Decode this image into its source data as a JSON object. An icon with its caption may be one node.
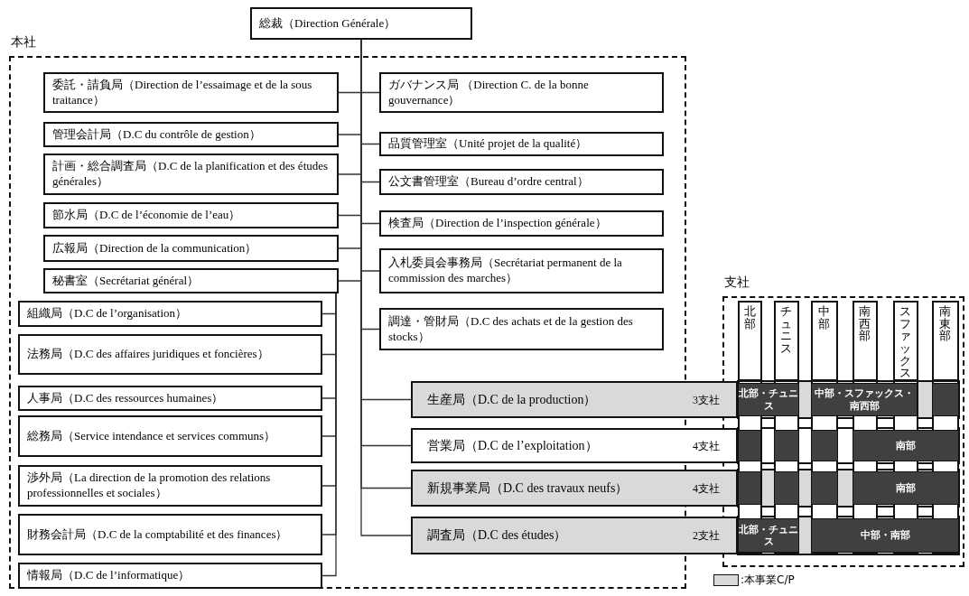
{
  "diagram": {
    "nodes": [
      {
        "text": [
          "総裁（Direction Générale）"
        ]
      },
      {
        "text": [
          "本社"
        ]
      },
      {
        "text": [
          "委託・請負局（Direction de l’essaimage et de la sous traitance）"
        ],
        "in": 1
      },
      {
        "text": [
          "管理会計局（D.C du contrôle de gestion）"
        ],
        "in": 1
      },
      {
        "text": [
          "計画・総合調査局（D.C de la planification et des études générales）"
        ],
        "in": 1
      },
      {
        "text": [
          "節水局（D.C de l’économie de l’eau）"
        ],
        "in": 1
      },
      {
        "text": [
          "広報局（Direction de la communication）"
        ],
        "in": 1
      },
      {
        "text": [
          "秘書室（Secrétariat général）"
        ],
        "in": 1
      },
      {
        "text": [
          "組織局（D.C de l’organisation）"
        ],
        "in": 1
      },
      {
        "text": [
          "法務局（D.C des affaires juridiques et foncières）"
        ],
        "in": 1
      },
      {
        "text": [
          "人事局（D.C des ressources humaines）"
        ],
        "in": 1
      },
      {
        "text": [
          "総務局（Service intendance et services communs）"
        ],
        "in": 1
      },
      {
        "text": [
          "渉外局（La direction de la promotion des relations professionnelles et sociales）"
        ],
        "in": 1
      },
      {
        "text": [
          "財務会計局（D.C de la comptabilité et des finances）"
        ],
        "in": 1
      },
      {
        "text": [
          "情報局（D.C de l’informatique）"
        ],
        "in": 1
      },
      {
        "text": [
          "ガバナンス局 （Direction C. de la bonne gouvernance）"
        ],
        "in": 1
      },
      {
        "text": [
          "品質管理室（Unité projet de la qualité）"
        ],
        "in": 1
      },
      {
        "text": [
          "公文書管理室（Bureau d’ordre central）"
        ],
        "in": 1
      },
      {
        "text": [
          "検査局（Direction de l’inspection générale）"
        ],
        "in": 1
      },
      {
        "text": [
          "入札委員会事務局（Secrétariat permanent de la commission des marches）"
        ],
        "in": 1
      },
      {
        "text": [
          "調達・管財局（D.C des achats et de la gestion des stocks）"
        ],
        "in": 1
      },
      {
        "text": [
          "生産局（D.C de la production）",
          "3支社"
        ]
      },
      {
        "text": [
          "営業局（D.C de l’exploitation）",
          "4支社"
        ]
      },
      {
        "text": [
          "新規事業局（D.C des travaux neufs）",
          "4支社"
        ]
      },
      {
        "text": [
          "調査局（D.C des études）",
          "2支社"
        ]
      },
      {
        "text": [
          "支社"
        ]
      },
      {
        "text": [
          "北部"
        ],
        "in": 25
      },
      {
        "text": [
          "チュニス"
        ],
        "in": 25
      },
      {
        "text": [
          "中部"
        ],
        "in": 25
      },
      {
        "text": [
          "南西部"
        ],
        "in": 25
      },
      {
        "text": [
          "スファックス"
        ],
        "in": 25
      },
      {
        "text": [
          "南東部"
        ],
        "in": 25
      },
      {
        "text": [
          "北部・チュニス"
        ],
        "in": 25
      },
      {
        "text": [
          "中部・スファックス・南西部"
        ],
        "in": 25
      },
      {
        "text": [],
        "shape": "box",
        "in": 25
      },
      {
        "text": [],
        "shape": "box",
        "in": 25
      },
      {
        "text": [],
        "shape": "box",
        "in": 25
      },
      {
        "text": [],
        "shape": "box",
        "in": 25
      },
      {
        "text": [
          "南部"
        ],
        "in": 25
      },
      {
        "text": [],
        "shape": "box",
        "in": 25
      },
      {
        "text": [],
        "shape": "box",
        "in": 25
      },
      {
        "text": [],
        "shape": "box",
        "in": 25
      },
      {
        "text": [
          "南部"
        ],
        "in": 25
      },
      {
        "text": [
          "北部・チュニス"
        ],
        "in": 25
      },
      {
        "text": [
          "中部・南部"
        ],
        "in": 25
      }
    ],
    "edges": [
      {
        "from": 0,
        "to": 2,
        "arrow": "none"
      },
      {
        "from": 0,
        "to": 3,
        "arrow": "none"
      },
      {
        "from": 0,
        "to": 4,
        "arrow": "none"
      },
      {
        "from": 0,
        "to": 5,
        "arrow": "none"
      },
      {
        "from": 0,
        "to": 6,
        "arrow": "none"
      },
      {
        "from": 0,
        "to": 7,
        "arrow": "none"
      },
      {
        "from": 7,
        "to": 8,
        "arrow": "none"
      },
      {
        "from": 7,
        "to": 9,
        "arrow": "none"
      },
      {
        "from": 7,
        "to": 10,
        "arrow": "none"
      },
      {
        "from": 7,
        "to": 11,
        "arrow": "none"
      },
      {
        "from": 7,
        "to": 12,
        "arrow": "none"
      },
      {
        "from": 7,
        "to": 13,
        "arrow": "none"
      },
      {
        "from": 7,
        "to": 14,
        "arrow": "none"
      },
      {
        "from": 0,
        "to": 15,
        "arrow": "none"
      },
      {
        "from": 0,
        "to": 16,
        "arrow": "none"
      },
      {
        "from": 0,
        "to": 17,
        "arrow": "none"
      },
      {
        "from": 0,
        "to": 18,
        "arrow": "none"
      },
      {
        "from": 0,
        "to": 19,
        "arrow": "none"
      },
      {
        "from": 0,
        "to": 20,
        "arrow": "none"
      },
      {
        "from": 0,
        "to": 21,
        "arrow": "none"
      },
      {
        "from": 0,
        "to": 22,
        "arrow": "none"
      },
      {
        "from": 0,
        "to": 23,
        "arrow": "none"
      },
      {
        "from": 0,
        "to": 24,
        "arrow": "none"
      }
    ],
    "legend": [
      {
        "text": ":本事業C/P",
        "color": "#d9d9d9"
      }
    ]
  }
}
